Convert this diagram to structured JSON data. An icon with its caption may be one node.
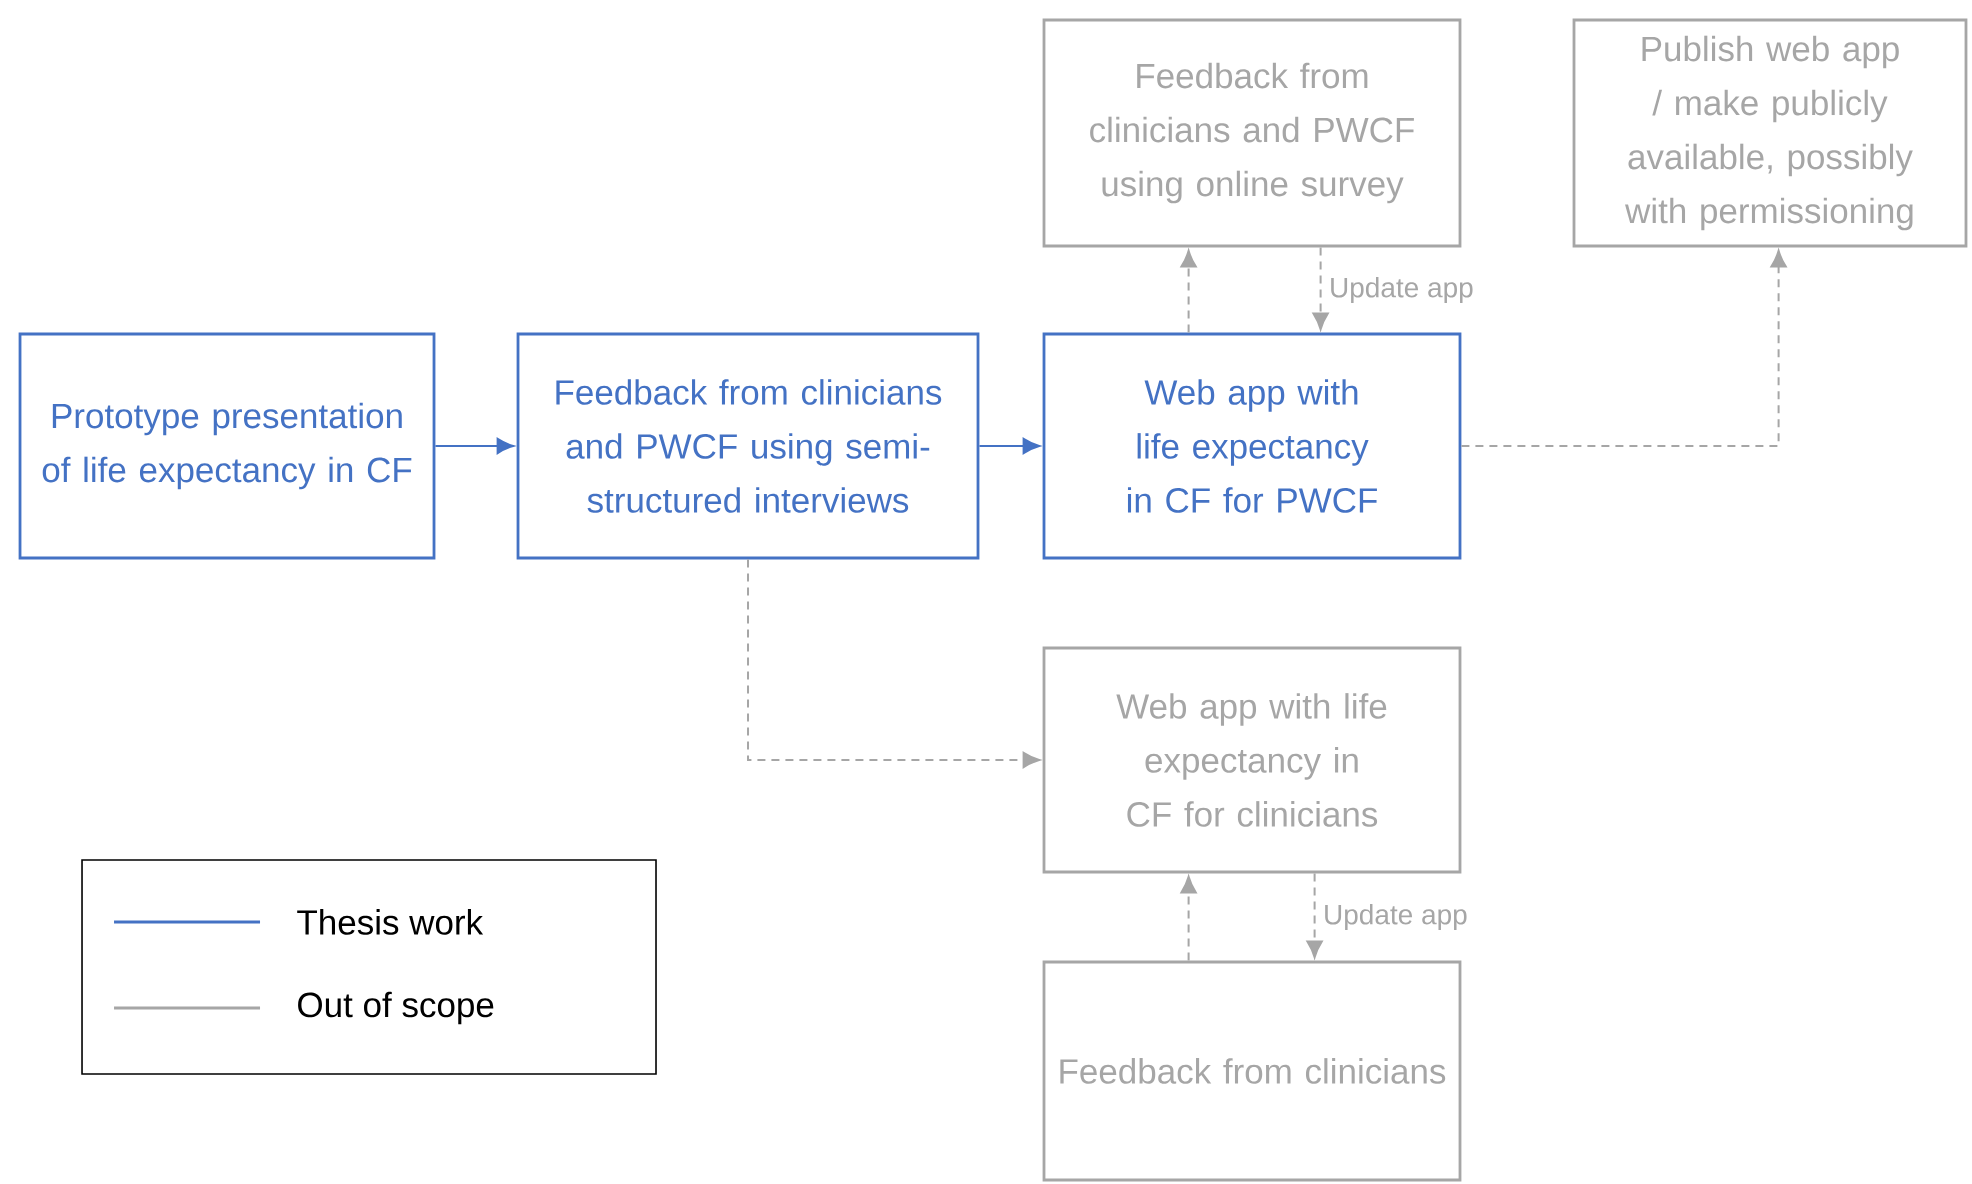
{
  "diagram": {
    "nodes": [
      {
        "text": [
          "Prototype presentation of life expectancy in CF"
        ]
      },
      {
        "text": [
          "Feedback from clinicians and PWCF using semi-structured interviews"
        ]
      },
      {
        "text": [
          "Web app with life expectancy in CF for PWCF"
        ]
      },
      {
        "text": [
          "Feedback from clinicians and PWCF using online survey"
        ]
      },
      {
        "text": [
          "Publish web app / make publicly available, possibly with permissioning"
        ]
      },
      {
        "text": [
          "Web app with life expectancy in CF for clinicians"
        ]
      },
      {
        "text": [
          "Feedback from clinicians"
        ]
      }
    ],
    "edges": [
      {
        "from": 0,
        "to": 1,
        "arrow": "to",
        "color": "#4472c4"
      },
      {
        "from": 1,
        "to": 2,
        "arrow": "to",
        "color": "#4472c4"
      },
      {
        "from": 2,
        "to": 3,
        "arrow": "to",
        "style": "dashed"
      },
      {
        "from": 3,
        "to": 2,
        "arrow": "to",
        "style": "dashed",
        "label": "Update app"
      },
      {
        "from": 2,
        "to": 4,
        "arrow": "to",
        "style": "dashed"
      },
      {
        "from": 1,
        "to": 5,
        "arrow": "to",
        "style": "dashed"
      },
      {
        "from": 6,
        "to": 5,
        "arrow": "to",
        "style": "dashed"
      },
      {
        "from": 5,
        "to": 6,
        "arrow": "to",
        "style": "dashed",
        "label": "Update app"
      }
    ],
    "legend": [
      {
        "text": "Thesis work"
      },
      {
        "text": "Out of scope"
      }
    ]
  }
}
